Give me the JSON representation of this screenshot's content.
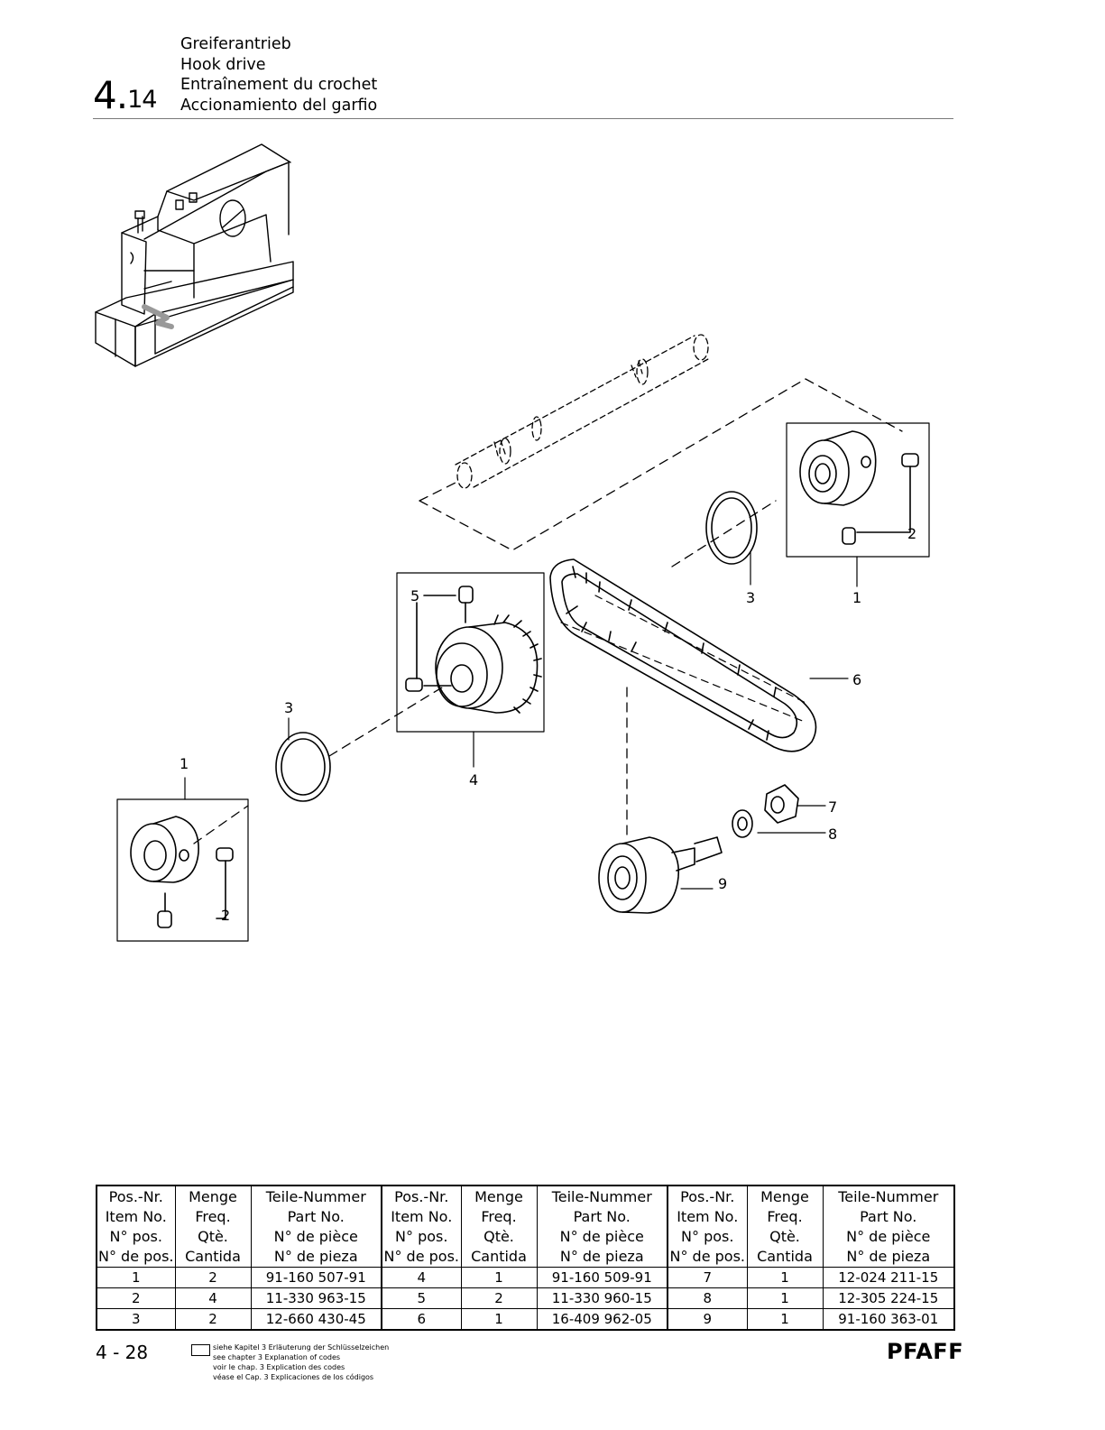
{
  "header": {
    "section_major": "4",
    "section_dot": ".",
    "section_minor": "14",
    "titles": [
      "Greiferantrieb",
      "Hook drive",
      "Entraînement du crochet",
      "Accionamiento del garfio"
    ]
  },
  "drawing": {
    "callouts": [
      "1",
      "2",
      "3",
      "4",
      "5",
      "6",
      "7",
      "8",
      "9",
      "1",
      "2",
      "3"
    ]
  },
  "table": {
    "header_lines": {
      "pos": [
        "Pos.-Nr.",
        "Item No.",
        "N° pos.",
        "N° de pos."
      ],
      "qty": [
        "Menge",
        "Freq.",
        "Qtè.",
        "Cantida"
      ],
      "part": [
        "Teile-Nummer",
        "Part No.",
        "N° de pièce",
        "N° de pieza"
      ]
    },
    "rows": [
      [
        "1",
        "2",
        "91-160 507-91",
        "4",
        "1",
        "91-160 509-91",
        "7",
        "1",
        "12-024 211-15"
      ],
      [
        "2",
        "4",
        "11-330 963-15",
        "5",
        "2",
        "11-330 960-15",
        "8",
        "1",
        "12-305 224-15"
      ],
      [
        "3",
        "2",
        "12-660 430-45",
        "6",
        "1",
        "16-409 962-05",
        "9",
        "1",
        "91-160 363-01"
      ]
    ]
  },
  "footer": {
    "page_number": "4 - 28",
    "legend_lines": [
      "siehe Kapitel 3 Erläuterung der Schlüsselzeichen",
      "see chapter 3 Explanation of codes",
      "voir le chap. 3 Explication des codes",
      "véase el Cap. 3 Explicaciones de los códigos"
    ],
    "brand": "PFAFF"
  }
}
